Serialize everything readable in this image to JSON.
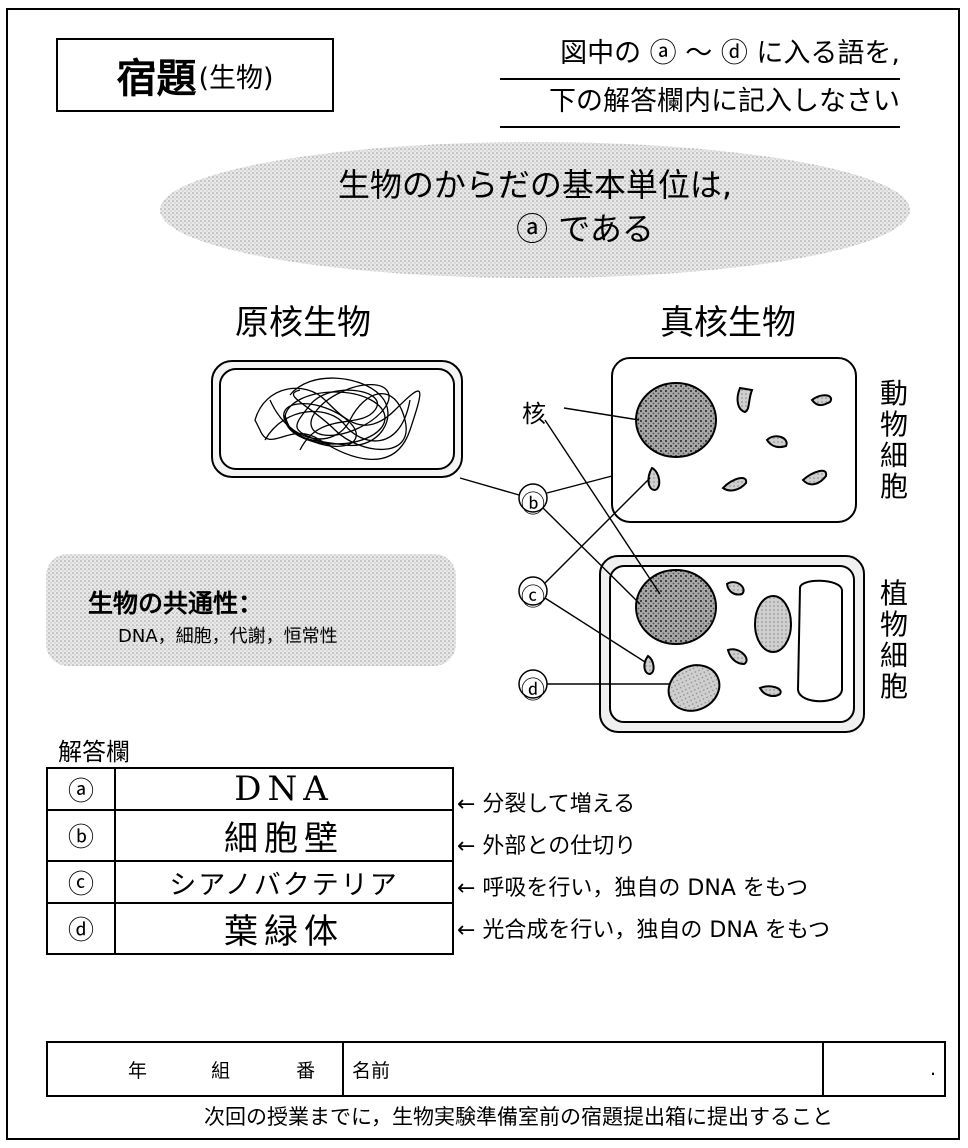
{
  "header": {
    "title_main": "宿題",
    "title_sub": "(生物)",
    "instruction_line1": "図中の ⓐ ～ ⓓ に入る語を,",
    "instruction_line2": "下の解答欄内に記入しなさい"
  },
  "bubble": {
    "line1": "生物のからだの基本単位は,",
    "line2": "ⓐ である"
  },
  "diagram": {
    "prokaryote_heading": "原核生物",
    "eukaryote_heading": "真核生物",
    "nucleus_label": "核",
    "animal_cell_label": "動物細胞",
    "plant_cell_label": "植物細胞",
    "marker_b": "ⓑ",
    "marker_c": "ⓒ",
    "marker_d": "ⓓ"
  },
  "similarity": {
    "title": "生物の共通性：",
    "body": "DNA，細胞，代謝，恒常性"
  },
  "answer_section": {
    "heading": "解答欄",
    "rows": [
      {
        "key": "ⓐ",
        "answer": "DNA",
        "hint": "← 分裂して増える"
      },
      {
        "key": "ⓑ",
        "answer": "細胞壁",
        "hint": "← 外部との仕切り"
      },
      {
        "key": "ⓒ",
        "answer": "シアノバクテリア",
        "hint": "← 呼吸を行い，独自の DNA をもつ"
      },
      {
        "key": "ⓓ",
        "answer": "葉緑体",
        "hint": "← 光合成を行い，独自の DNA をもつ"
      }
    ]
  },
  "name_field": {
    "year": "年",
    "class": "組",
    "number": "番",
    "name_label": "名前",
    "mark": "."
  },
  "footer_note": "次回の授業までに，生物実験準備室前の宿題提出箱に提出すること"
}
